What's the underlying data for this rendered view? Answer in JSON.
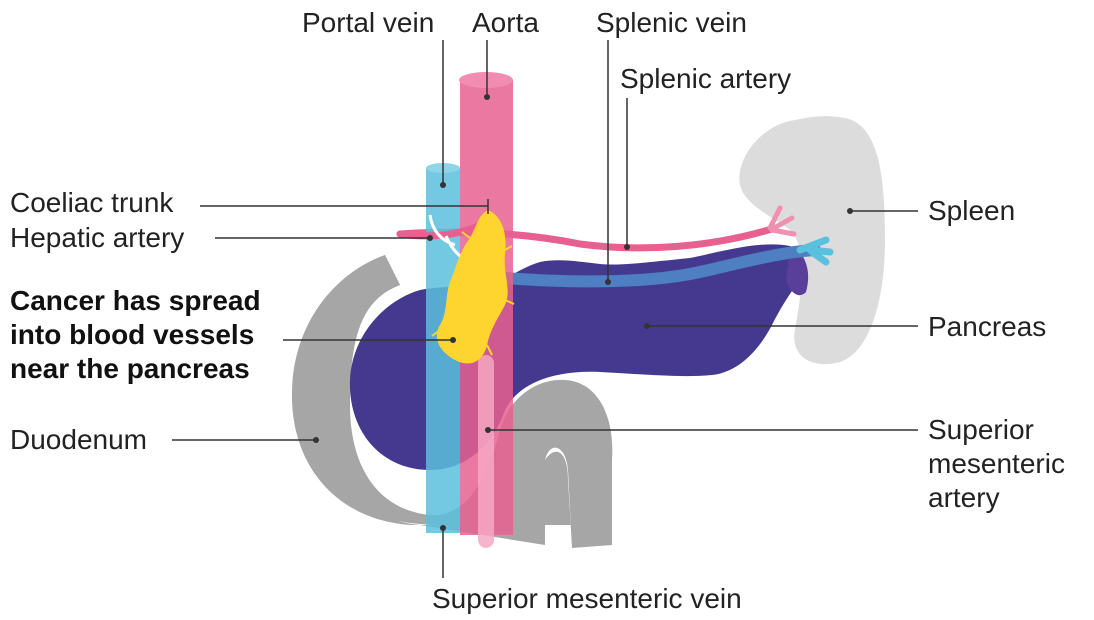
{
  "labels": {
    "portal_vein": "Portal vein",
    "aorta": "Aorta",
    "splenic_vein": "Splenic vein",
    "splenic_artery": "Splenic artery",
    "coeliac_trunk": "Coeliac trunk",
    "hepatic_artery": "Hepatic artery",
    "spleen": "Spleen",
    "pancreas": "Pancreas",
    "duodenum": "Duodenum",
    "sma": [
      "Superior",
      "mesenteric",
      "artery"
    ],
    "smv": "Superior mesenteric vein",
    "cancer": [
      "Cancer has spread",
      "into blood vessels",
      "near the pancreas"
    ]
  },
  "colors": {
    "pancreas": "#44398f",
    "spleen": "#dcdcdc",
    "duodenum": "#a6a6a6",
    "aorta": "#e8608f",
    "vein": "#5bc0dd",
    "tumour": "#fed52e",
    "leader": "#333333"
  }
}
